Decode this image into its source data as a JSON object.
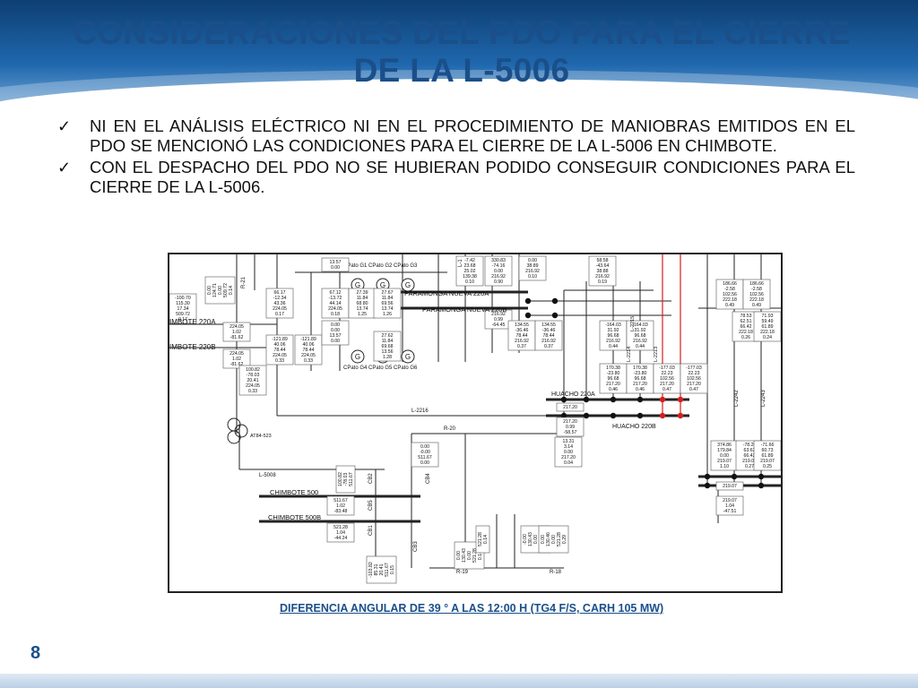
{
  "slide": {
    "title_line1": "CONSIDERACIONES DEL PDO PARA EL CIERRE",
    "title_line2": "DE LA L-5006",
    "bullets": [
      "NI EN EL ANÁLISIS ELÉCTRICO NI EN EL PROCEDIMIENTO DE MANIOBRAS EMITIDOS EN EL PDO SE MENCIONÓ LAS CONDICIONES PARA EL CIERRE DE LA L-5006 EN CHIMBOTE.",
      "CON EL DESPACHO DEL PDO NO SE HUBIERAN PODIDO CONSEGUIR CONDICIONES PARA EL CIERRE DE LA L-5006."
    ],
    "check_glyph": "✓",
    "caption": "DIFERENCIA ANGULAR DE 39 ° A LAS 12:00 H (TG4 F/S, CARH 105 MW)",
    "page_number": "8"
  },
  "diagram": {
    "bus_labels": {
      "chimbote_220a": "IMBOTE 220A",
      "chimbote_220b": "IMBOTE 220B",
      "huacho_220a": "HUACHO 220A",
      "huacho_220b": "HUACHO 220B",
      "chimbote_500": "CHIMBOTE 500",
      "chimbote_500b": "CHIMBOTE 500B",
      "paramonga_nueva_a": "PARAMONGA NUEVA 220A",
      "paramonga_nueva_b": "PARAMONGA NUEVA 220B"
    },
    "generators": [
      "CPato G1",
      "CPato G2",
      "CPato G3",
      "CPato G4",
      "CPato G5",
      "CPato G6"
    ],
    "element_labels": {
      "l5008": "L-5008",
      "l2216": "L-2216",
      "l2242": "L-2242",
      "l2243": "L-2243",
      "l2214": "L-2214",
      "l2215": "L-2215",
      "l2213": "L-2213",
      "r21": "R-21",
      "r20": "R-20",
      "r19": "R-19",
      "r18": "R-18",
      "at84": "AT84-523",
      "cb2": "CB2",
      "cb4": "CB4",
      "cb5": "CB5",
      "cb3": "CB3",
      "cb1": "CB1",
      "l1": "L-1"
    },
    "value_boxes": [
      [
        "-100.70",
        "115.30",
        "17.34",
        "509.72",
        "0.17"
      ],
      [
        "0.00",
        "124.71",
        "0.00",
        "509.72",
        "0.14"
      ],
      [
        "66.17",
        "-12.34",
        "43.36",
        "224.05",
        "0.17"
      ],
      [
        "67.12",
        "-13.72",
        "44.14",
        "224.05",
        "0.18"
      ],
      [
        "13.57",
        "0.00"
      ],
      [
        "27.39",
        "11.84",
        "68.80",
        "13.74",
        "1.25"
      ],
      [
        "27.67",
        "11.84",
        "69.56",
        "13.74",
        "1.26"
      ],
      [
        "-7.42",
        "23.68",
        "25.02",
        "139.38",
        "0.10"
      ],
      [
        "330.83",
        "-74.16",
        "0.00",
        "216.92",
        "0.90"
      ],
      [
        "0.00",
        "38.89",
        "216.92",
        "0.10"
      ],
      [
        "58.58",
        "-43.64",
        "38.88",
        "216.92",
        "0.19"
      ],
      [
        "186.66",
        "-2.58",
        "102.56",
        "222.18",
        "0.49"
      ],
      [
        "186.66",
        "-2.58",
        "102.56",
        "222.18",
        "0.49"
      ],
      [
        "224.05",
        "1.02",
        "-81.62"
      ],
      [
        "-121.89",
        "40.06",
        "78.44",
        "224.05",
        "0.33"
      ],
      [
        "-121.89",
        "40.06",
        "78.44",
        "224.05",
        "0.33"
      ],
      [
        "224.05",
        "1.02",
        "-81.62"
      ],
      [
        "100.82",
        "-78.03",
        "20.41",
        "224.05",
        "0.33"
      ],
      [
        "0.00",
        "0.00",
        "13.57",
        "0.00"
      ],
      [
        "27.62",
        "11.84",
        "69.68",
        "13.56",
        "1.28"
      ],
      [
        "216.92",
        "0.99",
        "-64.45"
      ],
      [
        "134.55",
        "-36.46",
        "78.44",
        "216.92",
        "0.37"
      ],
      [
        "134.55",
        "-36.46",
        "78.44",
        "216.92",
        "0.37"
      ],
      [
        "-164.03",
        "31.92",
        "96.68",
        "216.92",
        "0.44"
      ],
      [
        "-164.03",
        "31.92",
        "96.68",
        "216.92",
        "0.44"
      ],
      [
        "78.53",
        "62.51",
        "66.42",
        "222.18",
        "0.26"
      ],
      [
        "71.93",
        "59.49",
        "61.89",
        "222.18",
        "0.24"
      ],
      [
        "170.38",
        "-23.80",
        "96.68",
        "217.20",
        "0.46"
      ],
      [
        "170.38",
        "-23.80",
        "96.68",
        "217.20",
        "0.46"
      ],
      [
        "-177.03",
        "22.23",
        "102.56",
        "217.20",
        "0.47"
      ],
      [
        "-177.03",
        "22.23",
        "102.56",
        "217.20",
        "0.47"
      ],
      [
        "217.20"
      ],
      [
        "217.20",
        "0.99",
        "-58.57"
      ],
      [
        "0.00",
        "-0.00",
        "511.67",
        "0.00"
      ],
      [
        "13.31",
        "3.14",
        "0.00",
        "217.20",
        "0.04"
      ],
      [
        "374.86",
        "179.84",
        "0.00",
        "219.07",
        "1.10"
      ],
      [
        "-78.20",
        "63.63",
        "66.42",
        "219.07",
        "0.27"
      ],
      [
        "-71.66",
        "60.73",
        "61.89",
        "219.07",
        "0.25"
      ],
      [
        "219.07"
      ],
      [
        "219.07",
        "1.04",
        "-47.51"
      ],
      [
        "100.82",
        "-78.03",
        "511.67"
      ],
      [
        "511.67",
        "1.02",
        "-83.48"
      ],
      [
        "521.28",
        "1.04",
        "-44.24"
      ],
      [
        "-103.82",
        "85.31",
        "20.41",
        "511.67",
        "0.15"
      ],
      [
        "0.00",
        "130.43",
        "0.00",
        "521.28",
        "0.14"
      ],
      [
        "521.28",
        "0.14"
      ],
      [
        "-0.00",
        "130.43",
        "0.00",
        "521.28",
        "0.14"
      ],
      [
        "0.00",
        "130.46",
        "0.00",
        "521.28",
        "0.29"
      ]
    ]
  },
  "colors": {
    "title": "#1a4f8a",
    "header_dark": "#0e3f73",
    "header_mid": "#1f67ad",
    "red_line": "#d42020",
    "diagram_line": "#222222"
  }
}
